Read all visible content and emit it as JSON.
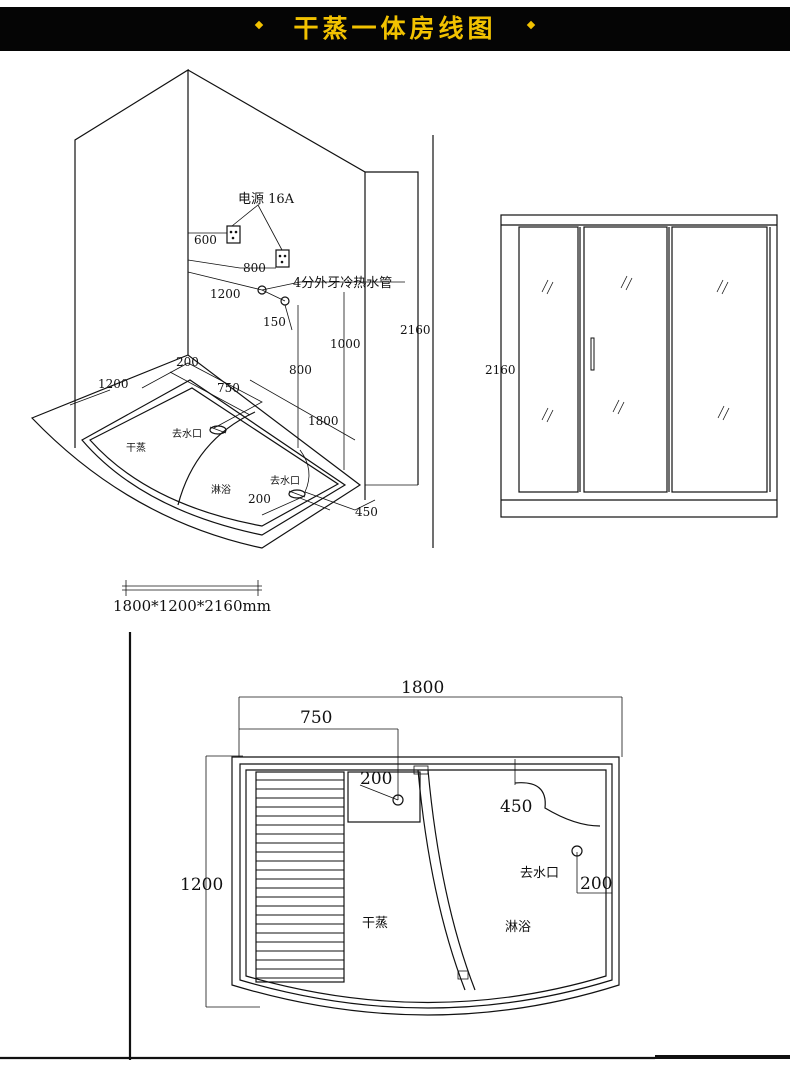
{
  "title": "干蒸一体房线图",
  "colors": {
    "title_bg": "#050505",
    "title_text": "#f2c200",
    "line": "#111111"
  },
  "iso_view": {
    "power_label": "电源 16A",
    "pipe_label": "4分外牙冷热水管",
    "dims": {
      "d600": "600",
      "d800a": "800",
      "d1200a": "1200",
      "d150": "150",
      "d1000": "1000",
      "d2160": "2160",
      "d800b": "800",
      "d200a": "200",
      "d750": "750",
      "d1200b": "1200",
      "d1800": "1800",
      "d200b": "200",
      "d450": "450"
    },
    "drain1": "去水口",
    "drain2": "去水口",
    "zone_dry": "干蒸",
    "zone_shower": "淋浴"
  },
  "front_view": {
    "height_dim": "2160"
  },
  "size_label": "1800*1200*2160mm",
  "plan_view": {
    "width_dim": "1800",
    "dim_750": "750",
    "depth_dim": "1200",
    "dim_200_top": "200",
    "dim_450": "450",
    "dim_200_right": "200",
    "drain": "去水口",
    "zone_dry": "干蒸",
    "zone_shower": "淋浴"
  }
}
